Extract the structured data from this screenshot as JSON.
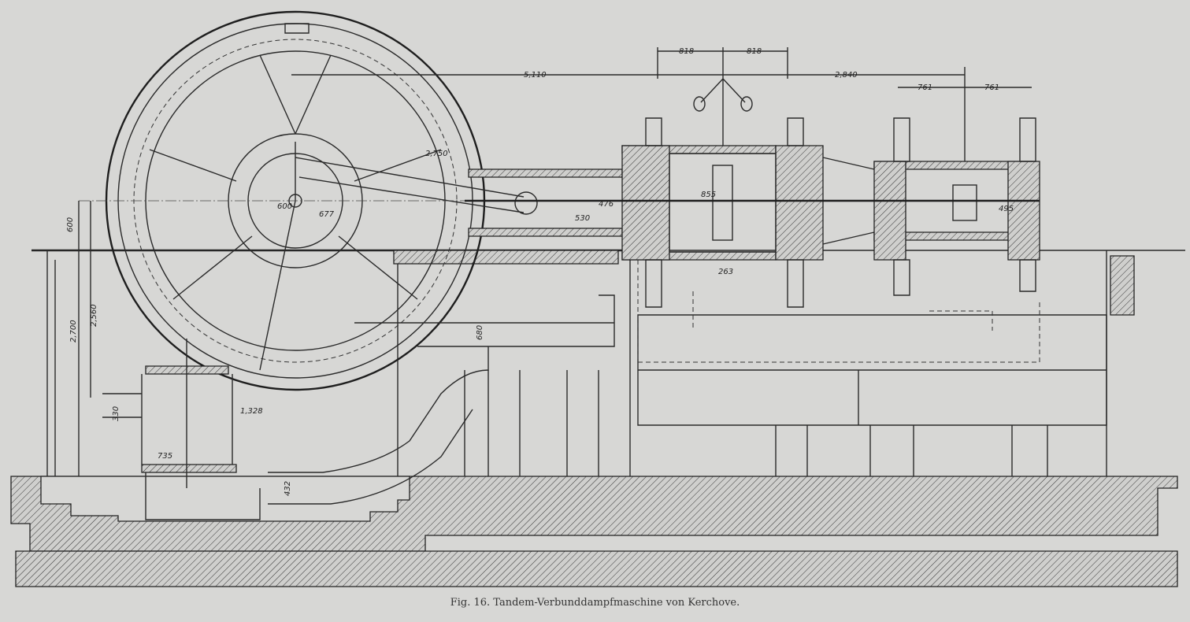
{
  "figure": {
    "caption": "Fig. 16.  Tandem-Verbunddampfmaschine von Kerchove."
  },
  "dimensions": {
    "top_left_span": "5,110",
    "top_right_span": "2,840",
    "governor_left": "818",
    "governor_right": "818",
    "lp_left": "761",
    "lp_right": "761",
    "height_total": "2,700",
    "height_condenser": "2,560",
    "shaft_above_floor": "600",
    "condenser_pipe": "330",
    "pump_width": "735",
    "pump_offset": "1,328",
    "exhaust_pipe": "432",
    "exhaust_chamber": "680",
    "crank_radius": "600",
    "eccentric": "677",
    "connecting_rod": "2,750",
    "crosshead_guide": "530",
    "piston_rod": "476",
    "hp_cylinder": "855",
    "lp_cylinder": "495",
    "column": "263"
  }
}
